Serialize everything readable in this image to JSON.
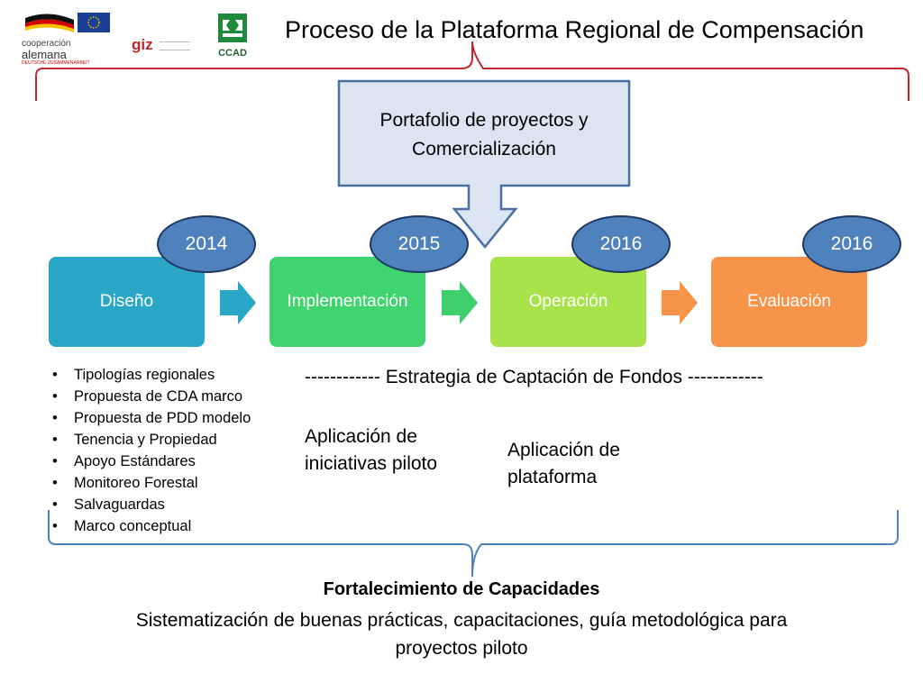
{
  "title": "Proceso de la Plataforma Regional de Compensación",
  "logos": {
    "cooperacion_line1": "cooperación",
    "cooperacion_line2": "alemana",
    "cooperacion_line3": "DEUTSCHE ZUSAMMENARBEIT",
    "giz": "giz",
    "ccad": "CCAD"
  },
  "callout": {
    "text_line1": "Portafolio de proyectos y",
    "text_line2": "Comercialización"
  },
  "stages": [
    {
      "label": "Diseño",
      "year": "2014",
      "color": "#2aa6c6"
    },
    {
      "label": "Implementación",
      "year": "2015",
      "color": "#3fcf6c"
    },
    {
      "label": "Operación",
      "year": "2016",
      "color": "#a7e04a"
    },
    {
      "label": "Evaluación",
      "year": "2016",
      "color": "#f7944a"
    }
  ],
  "bullets": [
    "Tipologías regionales",
    "Propuesta de CDA marco",
    "Propuesta de PDD modelo",
    "Tenencia y Propiedad",
    "Apoyo Estándares",
    "Monitoreo Forestal",
    "Salvaguardas",
    "Marco conceptual"
  ],
  "estrategia": "------------ Estrategia de Captación de Fondos ------------",
  "aplicacion_piloto": "Aplicación de iniciativas piloto",
  "aplicacion_plataforma": "Aplicación de plataforma",
  "footer": {
    "bold": "Fortalecimiento de Capacidades",
    "line1": "Sistematización de buenas prácticas, capacitaciones, guía metodológica para",
    "line2": "proyectos piloto"
  },
  "colors": {
    "brace": "#c0272d",
    "brace_bottom": "#4f81bd",
    "callout_fill": "#dbe5f1",
    "callout_border": "#4a6fa5",
    "year_fill": "#4f81bd"
  }
}
